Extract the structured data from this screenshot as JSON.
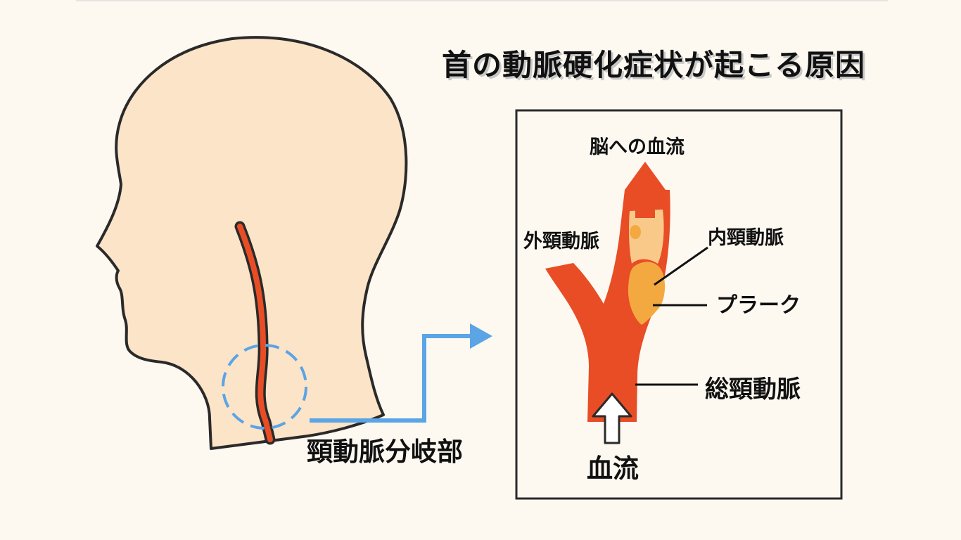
{
  "title": "首の動脈硬化症状が起こる原因",
  "labels": {
    "bifurcation": "頸動脈分岐部",
    "brain_flow": "脳への血流",
    "external_carotid": "外頸動脈",
    "internal_carotid": "内頸動脈",
    "plaque": "プラーク",
    "common_carotid": "総頸動脈",
    "blood_flow": "血流"
  },
  "colors": {
    "background": "#fdf9f1",
    "skin": "#fce4c8",
    "artery": "#e84d25",
    "plaque": "#f4a940",
    "plaque_light": "#f9c98a",
    "pointer": "#5ba4e6",
    "outline": "#2a2a2a"
  },
  "icons": {
    "brain_arrow": "arrow-up-icon",
    "flow_arrow": "hollow-arrow-up-icon",
    "pointer_arrow": "arrow-right-icon"
  }
}
